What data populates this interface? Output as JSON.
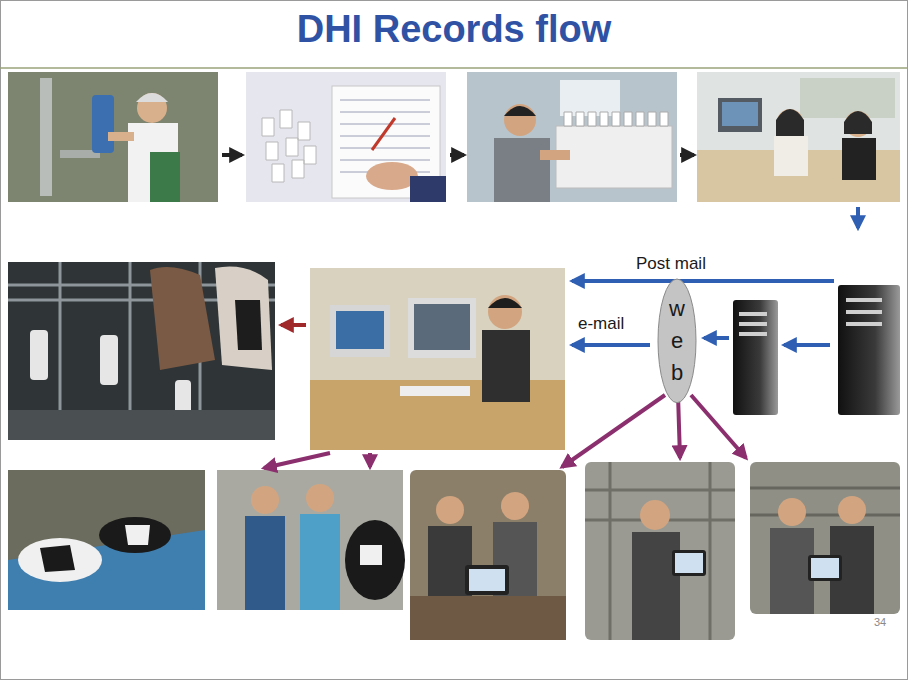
{
  "diagram": {
    "title": "DHI Records flow",
    "nodes": [
      {
        "text": [
          "web"
        ]
      }
    ],
    "labels": [
      "Post mail",
      "e-mail",
      "34"
    ]
  }
}
